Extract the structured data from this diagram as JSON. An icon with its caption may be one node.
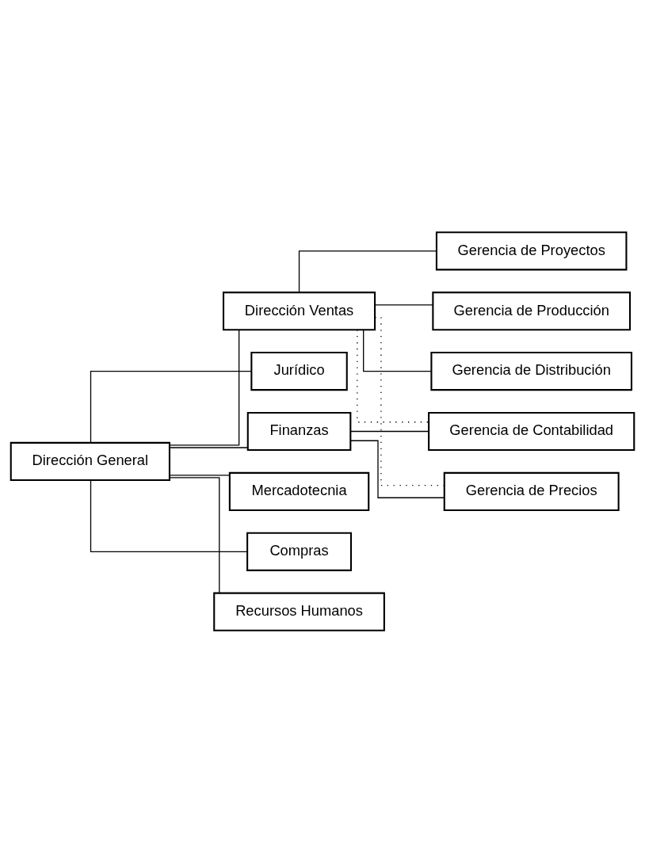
{
  "diagram": {
    "nodes": [
      {
        "text": [
          "Dirección General"
        ]
      },
      {
        "text": [
          "Dirección Ventas"
        ]
      },
      {
        "text": [
          "Gerencia de Proyectos"
        ]
      },
      {
        "text": [
          "Gerencia de Producción"
        ]
      },
      {
        "text": [
          "Gerencia de Distribución"
        ]
      },
      {
        "text": [
          "Jurídico"
        ]
      },
      {
        "text": [
          "Finanzas"
        ]
      },
      {
        "text": [
          "Gerencia de Contabilidad"
        ]
      },
      {
        "text": [
          "Gerencia de Precios"
        ]
      },
      {
        "text": [
          "Mercadotecnia"
        ]
      },
      {
        "text": [
          "Compras"
        ]
      },
      {
        "text": [
          "Recursos Humanos"
        ]
      }
    ],
    "edges": [
      {
        "from": 0,
        "to": 1,
        "arrow": "none"
      },
      {
        "from": 1,
        "to": 2,
        "arrow": "none"
      },
      {
        "from": 1,
        "to": 3,
        "arrow": "none"
      },
      {
        "from": 1,
        "to": 4,
        "arrow": "none"
      },
      {
        "from": 0,
        "to": 5,
        "arrow": "none"
      },
      {
        "from": 0,
        "to": 6,
        "arrow": "none"
      },
      {
        "from": 0,
        "to": 9,
        "arrow": "none"
      },
      {
        "from": 0,
        "to": 10,
        "arrow": "none"
      },
      {
        "from": 0,
        "to": 11,
        "arrow": "none"
      },
      {
        "from": 6,
        "to": 7,
        "arrow": "none"
      },
      {
        "from": 6,
        "to": 8,
        "arrow": "none"
      },
      {
        "from": 1,
        "to": 7,
        "arrow": "none",
        "style": "dashed"
      },
      {
        "from": 1,
        "to": 8,
        "arrow": "none",
        "style": "dashed"
      }
    ]
  }
}
